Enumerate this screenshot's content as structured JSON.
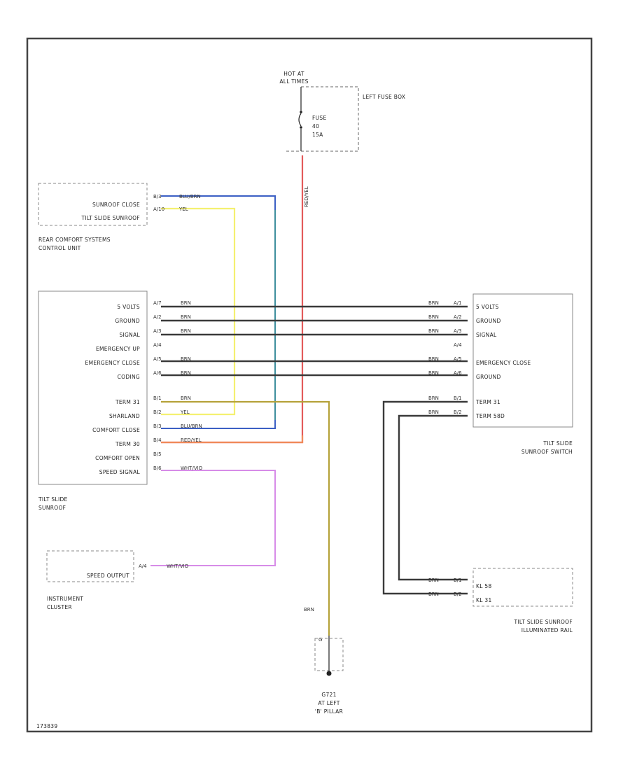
{
  "diagram_id": "173839",
  "fuse_source": {
    "hot_at_line1": "HOT AT",
    "hot_at_line2": "ALL TIMES",
    "box_label": "LEFT FUSE BOX",
    "fuse_line1": "FUSE",
    "fuse_line2": "40",
    "fuse_line3": "15A",
    "wire_label": "RED/YEL"
  },
  "rear_comfort": {
    "pins": [
      {
        "text": "SUNROOF CLOSE",
        "pin": "B/3",
        "wire": "BLU/BRN"
      },
      {
        "text": "TILT SLIDE SUNROOF",
        "pin": "A/10",
        "wire": "YEL"
      }
    ],
    "caption_line1": "REAR COMFORT SYSTEMS",
    "caption_line2": "CONTROL UNIT"
  },
  "tilt_slide_sunroof": {
    "pins": [
      {
        "text": "5 VOLTS",
        "pin": "A/7",
        "wire": "BRN"
      },
      {
        "text": "GROUND",
        "pin": "A/2",
        "wire": "BRN"
      },
      {
        "text": "SIGNAL",
        "pin": "A/3",
        "wire": "BRN"
      },
      {
        "text": "EMERGENCY UP",
        "pin": "A/4",
        "wire": ""
      },
      {
        "text": "EMERGENCY CLOSE",
        "pin": "A/5",
        "wire": "BRN"
      },
      {
        "text": "CODING",
        "pin": "A/6",
        "wire": "BRN"
      },
      {
        "text": "TERM 31",
        "pin": "B/1",
        "wire": "BRN"
      },
      {
        "text": "SHARLAND",
        "pin": "B/2",
        "wire": "YEL"
      },
      {
        "text": "COMFORT CLOSE",
        "pin": "B/3",
        "wire": "BLU/BRN"
      },
      {
        "text": "TERM 30",
        "pin": "B/4",
        "wire": "RED/YEL"
      },
      {
        "text": "COMFORT OPEN",
        "pin": "B/5",
        "wire": ""
      },
      {
        "text": "SPEED SIGNAL",
        "pin": "B/6",
        "wire": "WHT/VIO"
      }
    ],
    "caption_line1": "TILT SLIDE",
    "caption_line2": "SUNROOF"
  },
  "sunroof_switch": {
    "pins": [
      {
        "text": "5 VOLTS",
        "pin": "A/1",
        "wire": "BRN"
      },
      {
        "text": "GROUND",
        "pin": "A/2",
        "wire": "BRN"
      },
      {
        "text": "SIGNAL",
        "pin": "A/3",
        "wire": "BRN"
      },
      {
        "text": "",
        "pin": "A/4",
        "wire": ""
      },
      {
        "text": "EMERGENCY CLOSE",
        "pin": "A/5",
        "wire": "BRN"
      },
      {
        "text": "GROUND",
        "pin": "A/6",
        "wire": "BRN"
      },
      {
        "text": "TERM 31",
        "pin": "B/1",
        "wire": "BRN"
      },
      {
        "text": "TERM 58D",
        "pin": "B/2",
        "wire": "BRN"
      }
    ],
    "caption_line1": "TILT SLIDE",
    "caption_line2": "SUNROOF SWITCH"
  },
  "instrument_cluster": {
    "pin_text": "SPEED OUTPUT",
    "pin": "A/4",
    "wire": "WHT/VIO",
    "caption_line1": "INSTRUMENT",
    "caption_line2": "CLUSTER"
  },
  "ground": {
    "wire": "BRN",
    "pin": "G",
    "caption_line1": "G721",
    "caption_line2": "AT LEFT",
    "caption_line3": "'B' PILLAR"
  },
  "illuminated_rail": {
    "pins": [
      {
        "text": "KL 58",
        "pin": "B/1",
        "wire": "BRN"
      },
      {
        "text": "KL 31",
        "pin": "B/2",
        "wire": "BRN"
      }
    ],
    "caption_line1": "TILT SLIDE SUNROOF",
    "caption_line2": "ILLUMINATED RAIL"
  },
  "colors": {
    "frame": "#444444",
    "brn": "#3a3a3a",
    "yel": "#f4f070",
    "blu": "#3b5fc4",
    "teal": "#3f8f9e",
    "red": "#e35a5a",
    "orange": "#f08a5a",
    "olive": "#b5a23a",
    "violet": "#d78ce8"
  }
}
